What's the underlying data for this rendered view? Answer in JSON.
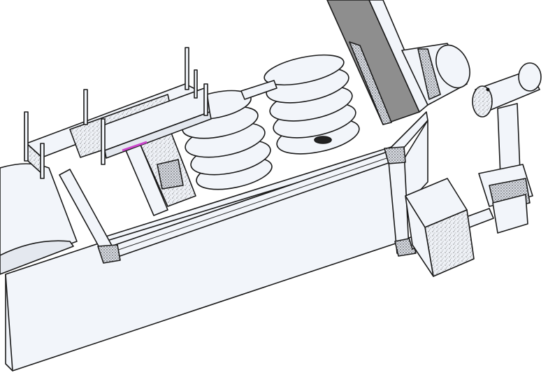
{
  "colors": {
    "background": "#ffffff",
    "surface": "#f2f5fa",
    "shade": "#e4e8ef",
    "line": "#1a1a1a",
    "chute": "#8e8e8e",
    "accent": "#cc44cc"
  },
  "parts": [
    "base-frame",
    "tube-frame",
    "guide-fixture",
    "coil-stack-front",
    "coil-stack-rear",
    "chute-column",
    "motor-cylinder",
    "side-box",
    "post-assembly"
  ]
}
